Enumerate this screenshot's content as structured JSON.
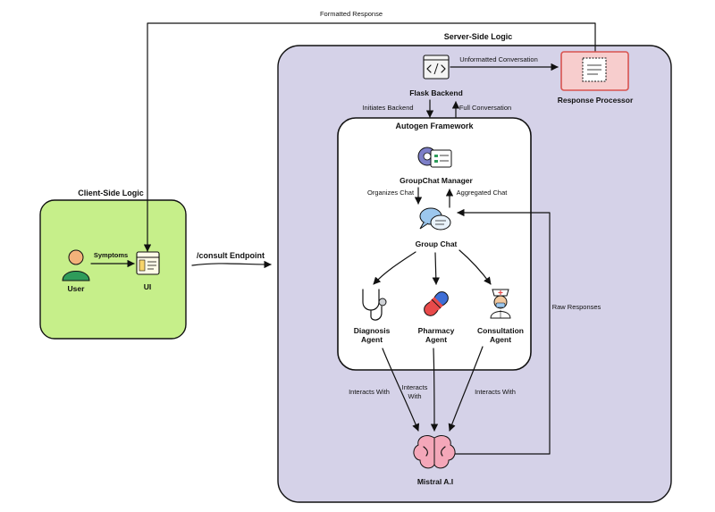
{
  "regions": {
    "client": "Client-Side Logic",
    "server": "Server-Side Logic",
    "autogen": "Autogen Framework"
  },
  "nodes": {
    "user": "User",
    "ui": "UI",
    "flask": "Flask Backend",
    "response_processor": "Response Processor",
    "groupchat_manager": "GroupChat Manager",
    "group_chat": "Group Chat",
    "diagnosis_line1": "Diagnosis",
    "diagnosis_line2": "Agent",
    "pharmacy_line1": "Pharmacy",
    "pharmacy_line2": "Agent",
    "consultation_line1": "Consultation",
    "consultation_line2": "Agent",
    "mistral": "Mistral A.I"
  },
  "edges": {
    "formatted_response": "Formatted Response",
    "symptoms": "Symptoms",
    "consult_endpoint": "/consult Endpoint",
    "unformatted_conversation": "Unformatted Conversation",
    "initiates_backend": "Initiates Backend",
    "full_conversation": "Full Conversation",
    "organizes_chat": "Organizes Chat",
    "aggregated_chat": "Aggregated Chat",
    "raw_responses": "Raw Responses",
    "interacts_with_left": "Interacts With",
    "interacts_with_mid_line1": "Interacts",
    "interacts_with_mid_line2": "With",
    "interacts_with_right": "Interacts With"
  },
  "colors": {
    "client_fill": "#c6ef8a",
    "server_fill": "#d5d2e8",
    "response_fill": "#f7cdcd",
    "response_stroke": "#d9534f",
    "brain": "#f4a7b9",
    "pill_red": "#e84a4a",
    "pill_blue": "#3e6ed6"
  },
  "icons": {
    "user": "user-icon",
    "ui": "ui-window-icon",
    "flask": "code-icon",
    "response_processor": "document-icon",
    "groupchat_manager": "gear-icon",
    "group_chat": "chat-bubbles-icon",
    "diagnosis": "stethoscope-icon",
    "pharmacy": "pill-icon",
    "consultation": "doctor-icon",
    "mistral": "brain-icon"
  }
}
